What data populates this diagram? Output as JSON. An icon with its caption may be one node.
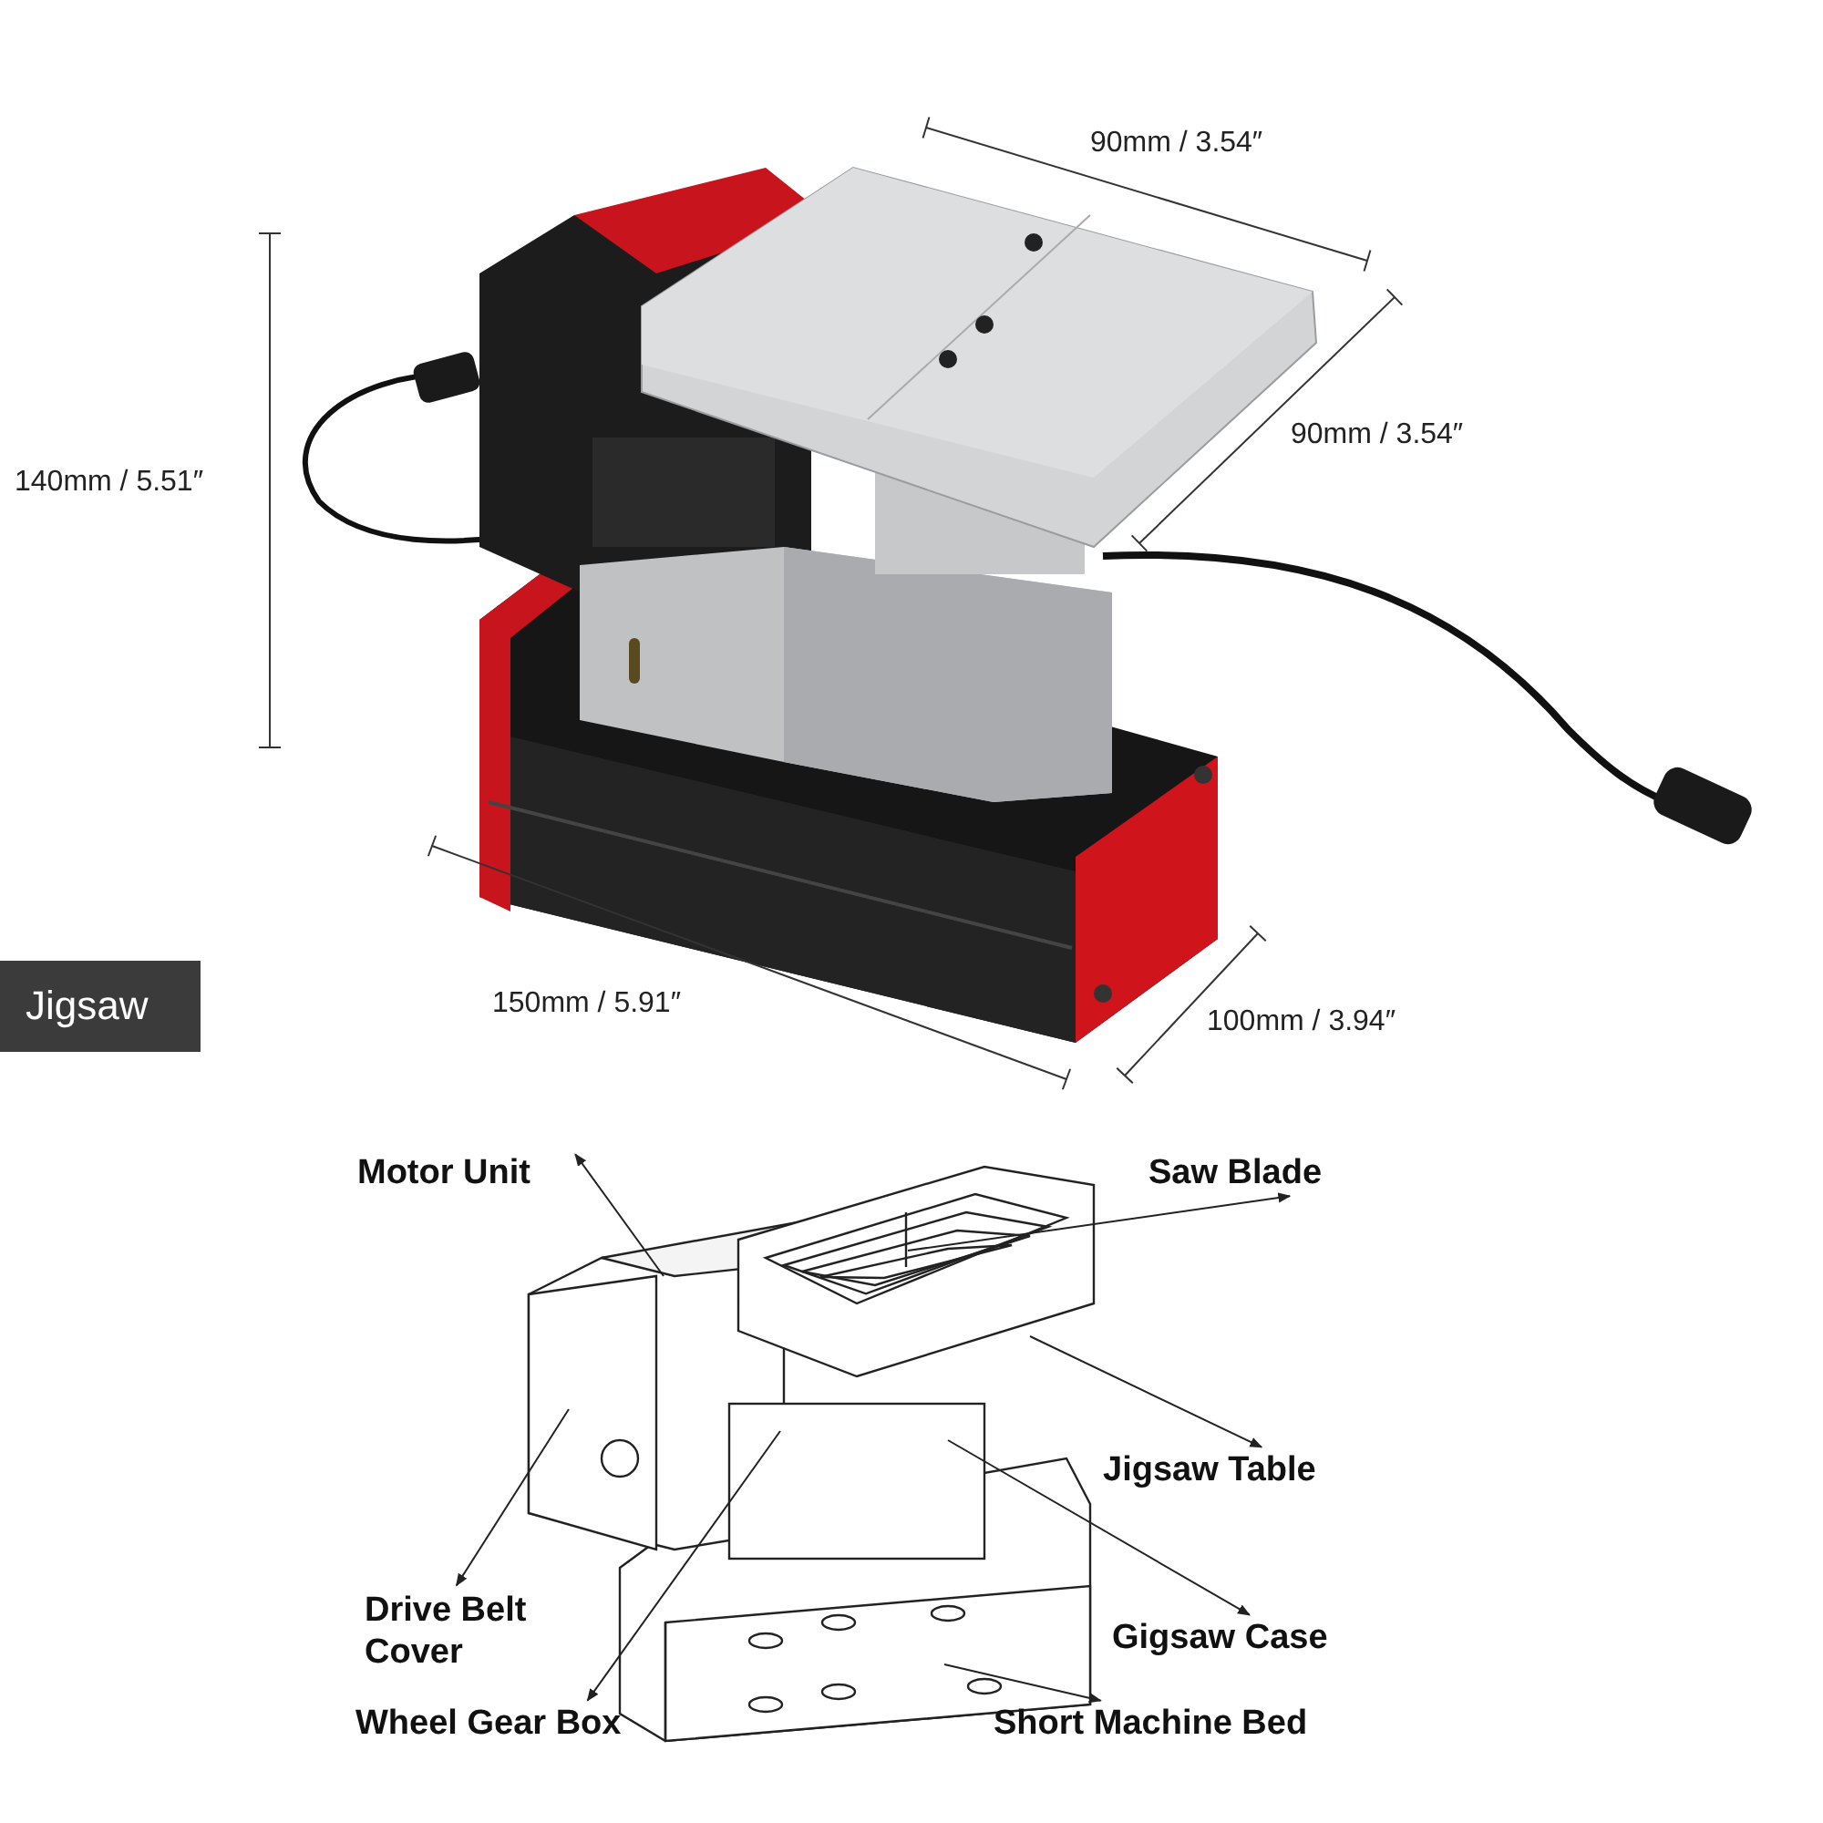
{
  "diagram": {
    "nodes": [
      {
        "text": [
          "Jigsaw"
        ]
      },
      {
        "text": [
          "Motor Unit"
        ]
      },
      {
        "text": [
          "Saw Blade"
        ]
      },
      {
        "text": [
          "Jigsaw Table"
        ]
      },
      {
        "text": [
          "Drive Belt Cover"
        ]
      },
      {
        "text": [
          "Gigsaw Case"
        ]
      },
      {
        "text": [
          "Wheel Gear Box"
        ]
      },
      {
        "text": [
          "Short Machine Bed"
        ]
      }
    ],
    "edges": [
      {
        "from": null,
        "to": 1,
        "arrow": "to"
      },
      {
        "from": null,
        "to": 2,
        "arrow": "to"
      },
      {
        "from": null,
        "to": 3,
        "arrow": "to"
      },
      {
        "from": null,
        "to": 4,
        "arrow": "to"
      },
      {
        "from": null,
        "to": 5,
        "arrow": "to"
      },
      {
        "from": null,
        "to": 6,
        "arrow": "to"
      },
      {
        "from": null,
        "to": 7,
        "arrow": "to"
      }
    ],
    "labels": [
      "90mm / 3.54″",
      "140mm / 5.51″",
      "90mm / 3.54″",
      "150mm / 5.91″",
      "100mm / 3.94″"
    ]
  }
}
